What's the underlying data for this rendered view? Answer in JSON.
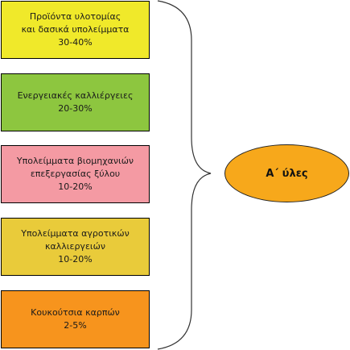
{
  "categories": [
    {
      "lines": [
        "Προϊόντα υλοτομίας",
        "και δασικά υπολείμματα",
        "30-40%"
      ],
      "color": "#f0e92a"
    },
    {
      "lines": [
        "Ενεργειακές καλλιέργειες",
        "20-30%"
      ],
      "color": "#8dc63f"
    },
    {
      "lines": [
        "Υπολείμματα βιομηχανιών",
        "επεξεργασίας ξύλου",
        "10-20%"
      ],
      "color": "#f49aa3"
    },
    {
      "lines": [
        "Υπολείμματα αγροτικών",
        "καλλιεργειών",
        "10-20%"
      ],
      "color": "#e9cb3a"
    },
    {
      "lines": [
        "Κουκούτσια καρπών",
        "2-5%"
      ],
      "color": "#f7941d"
    }
  ],
  "target": {
    "label": "Α΄ ύλες",
    "color": "#f7a81b"
  }
}
